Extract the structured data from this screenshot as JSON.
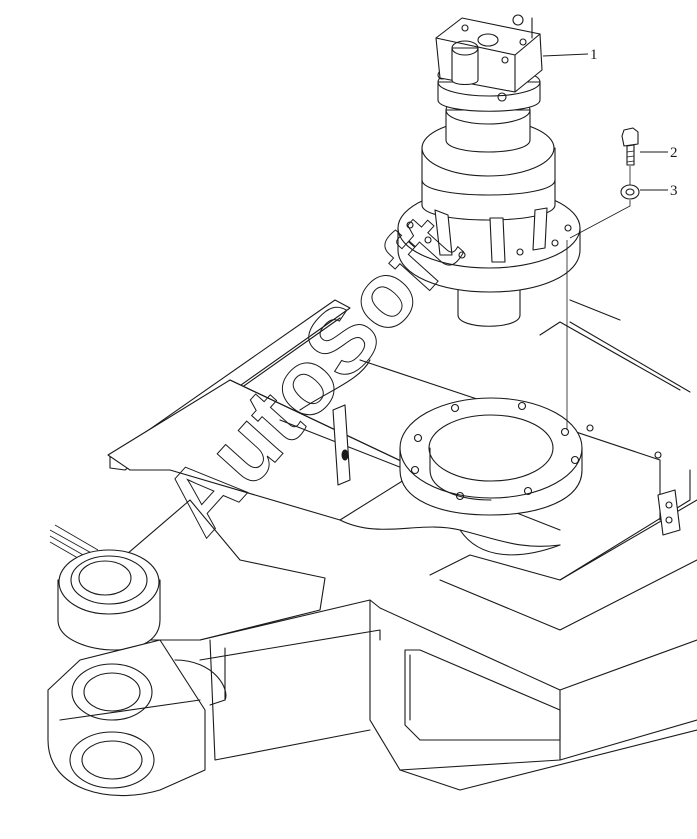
{
  "callouts": [
    {
      "number": "1"
    },
    {
      "number": "2"
    },
    {
      "number": "3"
    }
  ],
  "watermark": "AutoSoft"
}
